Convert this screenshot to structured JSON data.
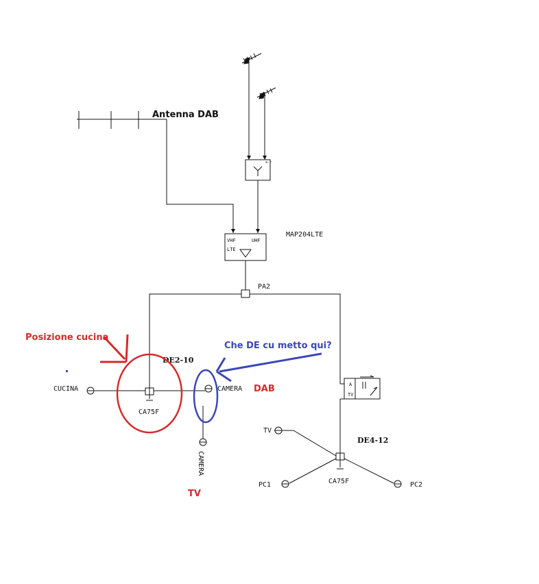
{
  "labels": {
    "antenna_dab": "Antenna DAB",
    "map204lte": "MAP204LTE",
    "amp_vhf": "VHF",
    "amp_uhf": "UHF",
    "amp_lte": "LTE",
    "pa2": "PA2",
    "de2_10": "DE2-10",
    "de4_12": "DE4-12",
    "cucina": "CUCINA",
    "camera_right": "CAMERA",
    "camera_vertical": "CAMERA",
    "ca75f_left": "CA75F",
    "ca75f_right": "CA75F",
    "tv_outlet": "TV",
    "pc1": "PC1",
    "pc2": "PC2",
    "switch_a": "A",
    "switch_tv": "TV"
  },
  "annotations": {
    "posizione_cucina": "Posizione cucina",
    "che_de": "Che DE cu metto qui?",
    "dab": "DAB",
    "tv": "TV"
  },
  "colors": {
    "line": "#111111",
    "red_annotation": "#d62a2a",
    "blue_annotation": "#3b46b8"
  }
}
